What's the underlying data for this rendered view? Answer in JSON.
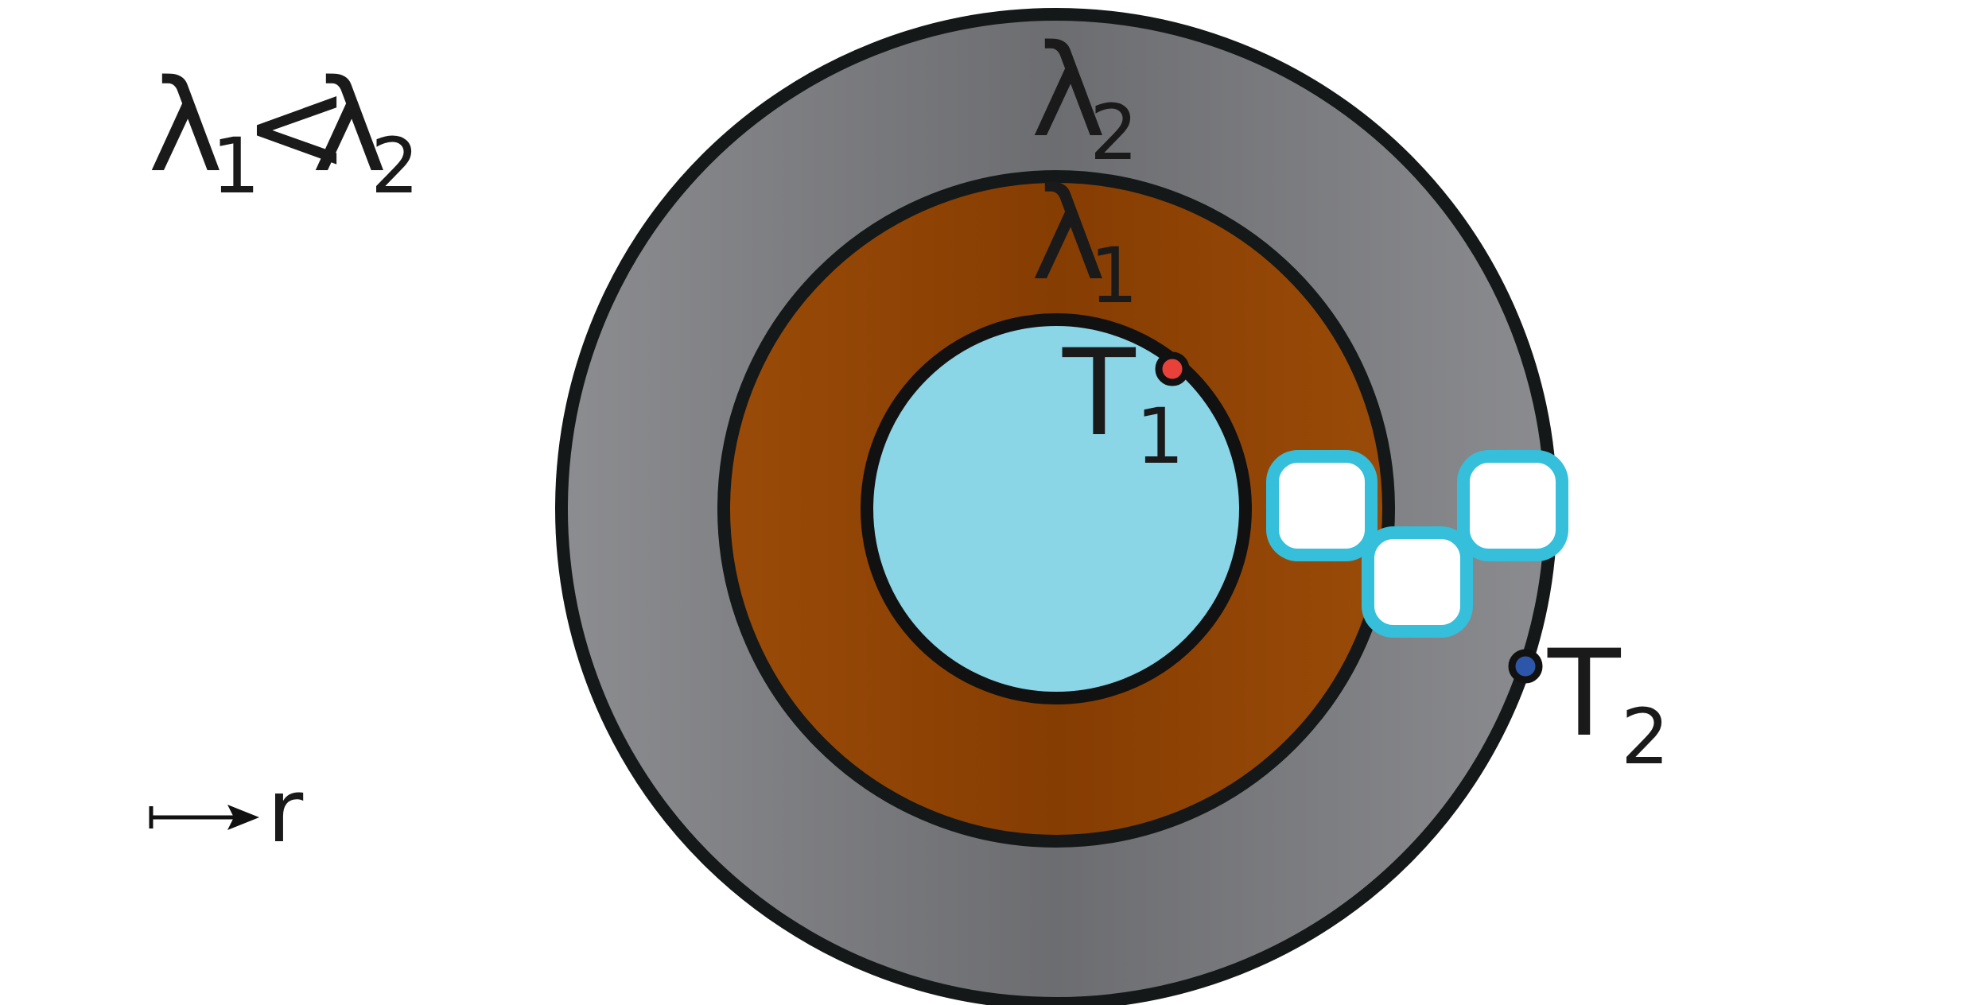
{
  "relation": {
    "lambda1": "λ",
    "sub1": "1",
    "less_than": "<",
    "lambda2": "λ",
    "sub2": "2"
  },
  "outer_layer": {
    "symbol": "λ",
    "subscript": "2",
    "color": "#87888b"
  },
  "inner_layer": {
    "symbol": "λ",
    "subscript": "1",
    "color": "#974707"
  },
  "core": {
    "color": "#8ad5e6"
  },
  "inner_temperature": {
    "symbol": "T",
    "subscript": "1",
    "marker_color": "#e8413a"
  },
  "outer_temperature": {
    "symbol": "T",
    "subscript": "2",
    "marker_color": "#2e56a8"
  },
  "axis": {
    "label": "r"
  },
  "blocks": {
    "border_color": "#35bfda",
    "count": 3
  }
}
